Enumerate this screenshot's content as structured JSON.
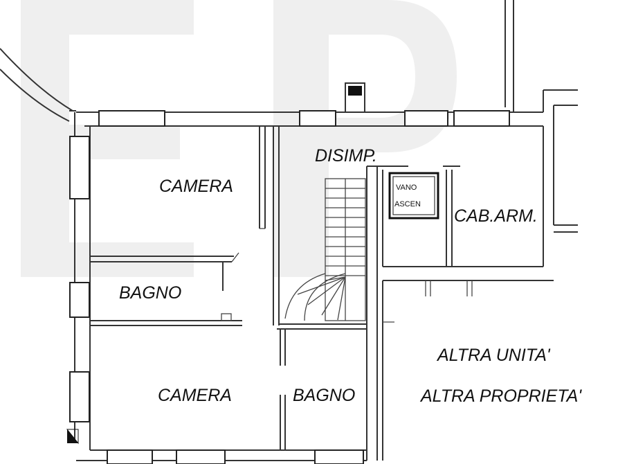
{
  "plan": {
    "rooms": {
      "camera_top": "CAMERA",
      "disimp": "DISIMP.",
      "vano_asc_line1": "VANO",
      "vano_asc_line2": "ASCEN",
      "cab_arm": "CAB.ARM.",
      "bagno_left": "BAGNO",
      "camera_bottom": "CAMERA",
      "bagno_center": "BAGNO",
      "altra_unita": "ALTRA UNITA'",
      "altra_proprieta": "ALTRA PROPRIETA'"
    },
    "watermark_letters": "EP",
    "line_color": "#333333",
    "watermark_color": "#efefef"
  }
}
